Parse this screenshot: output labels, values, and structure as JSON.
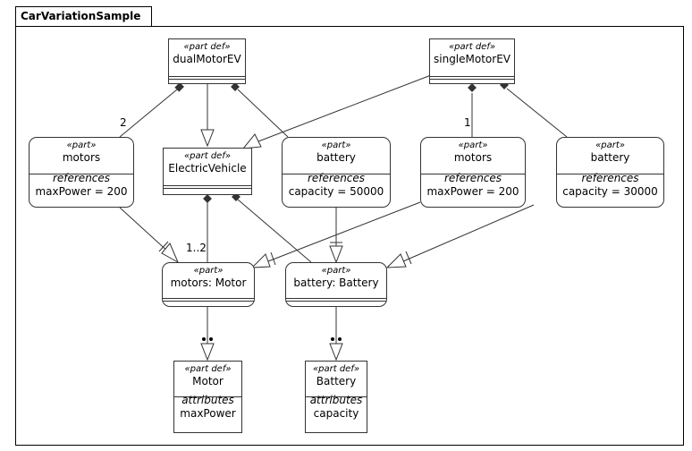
{
  "package": {
    "name": "CarVariationSample"
  },
  "nodes": {
    "dual_motor_ev": {
      "stereotype": "«part def»",
      "name": "dualMotorEV"
    },
    "single_motor_ev": {
      "stereotype": "«part def»",
      "name": "singleMotorEV"
    },
    "electric_vehicle": {
      "stereotype": "«part def»",
      "name": "ElectricVehicle"
    },
    "motors_dual": {
      "stereotype": "«part»",
      "name": "motors",
      "compartment_title": "references",
      "items": [
        "maxPower = 200"
      ]
    },
    "battery_dual": {
      "stereotype": "«part»",
      "name": "battery",
      "compartment_title": "references",
      "items": [
        "capacity = 50000"
      ]
    },
    "motors_single": {
      "stereotype": "«part»",
      "name": "motors",
      "compartment_title": "references",
      "items": [
        "maxPower = 200"
      ]
    },
    "battery_single": {
      "stereotype": "«part»",
      "name": "battery",
      "compartment_title": "references",
      "items": [
        "capacity = 30000"
      ]
    },
    "motors_motor": {
      "stereotype": "«part»",
      "name": "motors: Motor"
    },
    "battery_battery": {
      "stereotype": "«part»",
      "name": "battery: Battery"
    },
    "motor_def": {
      "stereotype": "«part def»",
      "name": "Motor",
      "compartment_title": "attributes",
      "items": [
        "maxPower"
      ]
    },
    "battery_def": {
      "stereotype": "«part def»",
      "name": "Battery",
      "compartment_title": "attributes",
      "items": [
        "capacity"
      ]
    }
  },
  "multiplicities": {
    "dual_motors": "2",
    "single_motors": "1",
    "ev_motors": "1..2"
  }
}
